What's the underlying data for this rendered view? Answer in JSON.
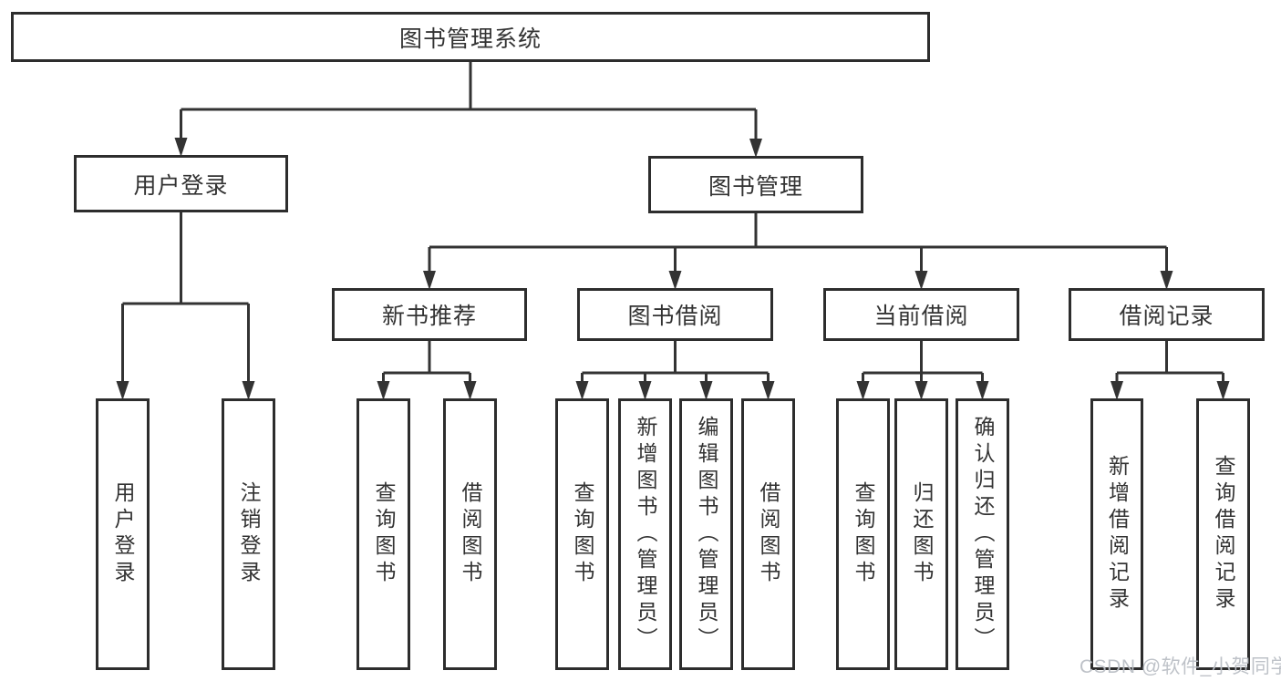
{
  "diagram": {
    "title": "图书管理系统",
    "tree": {
      "label": "图书管理系统",
      "children": [
        {
          "label": "用户登录",
          "children": [
            {
              "label": "用户登录"
            },
            {
              "label": "注销登录"
            }
          ]
        },
        {
          "label": "图书管理",
          "children": [
            {
              "label": "新书推荐",
              "children": [
                {
                  "label": "查询图书"
                },
                {
                  "label": "借阅图书"
                }
              ]
            },
            {
              "label": "图书借阅",
              "children": [
                {
                  "label": "查询图书"
                },
                {
                  "label": "新增图书（管理员）"
                },
                {
                  "label": "编辑图书（管理员）"
                },
                {
                  "label": "借阅图书"
                }
              ]
            },
            {
              "label": "当前借阅",
              "children": [
                {
                  "label": "查询图书"
                },
                {
                  "label": "归还图书"
                },
                {
                  "label": "确认归还（管理员）"
                }
              ]
            },
            {
              "label": "借阅记录",
              "children": [
                {
                  "label": "新增借阅记录"
                },
                {
                  "label": "查询借阅记录"
                }
              ]
            }
          ]
        }
      ]
    },
    "colors": {
      "line": "#333333",
      "box_border": "#2d2d2d",
      "text": "#333333",
      "background": "#ffffff",
      "watermark": "#babfc5"
    }
  },
  "watermark": {
    "text": "CSDN @软件_小贺同学"
  }
}
